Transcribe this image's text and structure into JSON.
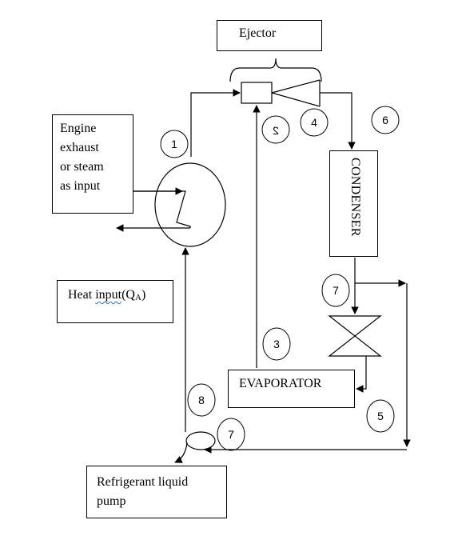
{
  "diagram": {
    "ejector_label": "Ejector",
    "engine_label": "Engine\nexhaust\nor steam\nas input",
    "heat_input_prefix": "Heat ",
    "heat_input_word": "input",
    "heat_input_open": "(Q",
    "heat_input_sub": "A",
    "heat_input_close": ")",
    "evaporator_label": "EVAPORATOR",
    "condenser_label": "CONDENSER",
    "pump_label": "Refrigerant liquid\npump",
    "state_points": [
      "1",
      "2",
      "4",
      "6",
      "7",
      "3",
      "8",
      "7",
      "5"
    ]
  }
}
